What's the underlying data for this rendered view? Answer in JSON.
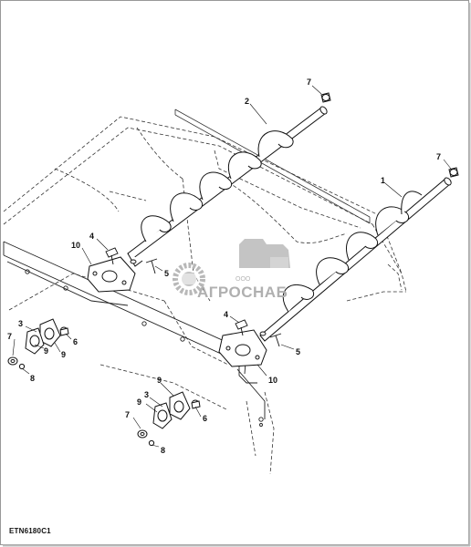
{
  "callouts": {
    "c1": "1",
    "c2": "2",
    "c3a": "3",
    "c3b": "3",
    "c4a": "4",
    "c4b": "4",
    "c5a": "5",
    "c5b": "5",
    "c6a": "6",
    "c6b": "6",
    "c7a": "7",
    "c7b": "7",
    "c7c": "7",
    "c7d": "7",
    "c8a": "8",
    "c8b": "8",
    "c9a": "9",
    "c9b": "9",
    "c9c": "9",
    "c9d": "9",
    "c10a": "10",
    "c10b": "10"
  },
  "watermark": {
    "company_prefix": "ООО",
    "company_name": "АГРОСНАБ"
  },
  "figure_id": "ETN6180C1",
  "colors": {
    "line": "#222222",
    "watermark": "#b0b0b0",
    "background": "#ffffff"
  }
}
